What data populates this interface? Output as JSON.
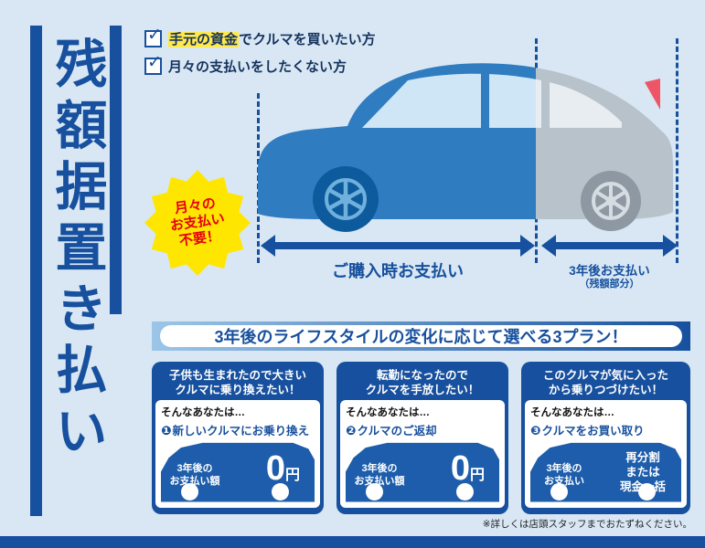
{
  "colors": {
    "primary": "#17509e",
    "background": "#d8e7f3",
    "car_blue": "#2f7cc1",
    "car_gray": "#b7c2cb",
    "badge_yellow": "#ffe600",
    "badge_text_red": "#e60012",
    "highlight_yellow": "#ffe94d"
  },
  "icons": {
    "check": "✓"
  },
  "title": {
    "text": "残額据置き払い"
  },
  "checklist": {
    "items": [
      {
        "highlight": "手元の資金",
        "rest": "でクルマを買いたい方"
      },
      {
        "highlight": "",
        "rest": "月々の支払いをしたくない方"
      }
    ]
  },
  "badge": {
    "line1": "月々の",
    "line2": "お支払い",
    "line3": "不要！"
  },
  "payment": {
    "purchase_label": "ご購入時お支払い",
    "later_label": "3年後お支払い",
    "later_sub": "（残額部分）"
  },
  "banner": {
    "text": "3年後のライフスタイルの変化に応じて選べる3プラン！"
  },
  "plans": [
    {
      "headline1": "子供も生まれたので大きい",
      "headline2": "クルマに乗り換えたい！",
      "lead": "そんなあなたは…",
      "number": "❶",
      "action": "新しいクルマにお乗り換え",
      "price_label1": "3年後の",
      "price_label2": "お支払い額",
      "price_num": "0",
      "price_unit": "円"
    },
    {
      "headline1": "転勤になったので",
      "headline2": "クルマを手放したい！",
      "lead": "そんなあなたは…",
      "number": "❷",
      "action": "クルマのご返却",
      "price_label1": "3年後の",
      "price_label2": "お支払い額",
      "price_num": "0",
      "price_unit": "円"
    },
    {
      "headline1": "このクルマが気に入った",
      "headline2": "から乗りつづけたい！",
      "lead": "そんなあなたは…",
      "number": "❸",
      "action": "クルマをお買い取り",
      "price_label1": "3年後の",
      "price_label2": "お支払い",
      "price_lines": [
        "再分割",
        "または",
        "現金一括"
      ]
    }
  ],
  "footnote": "※詳しくは店頭スタッフまでおたずねください。"
}
